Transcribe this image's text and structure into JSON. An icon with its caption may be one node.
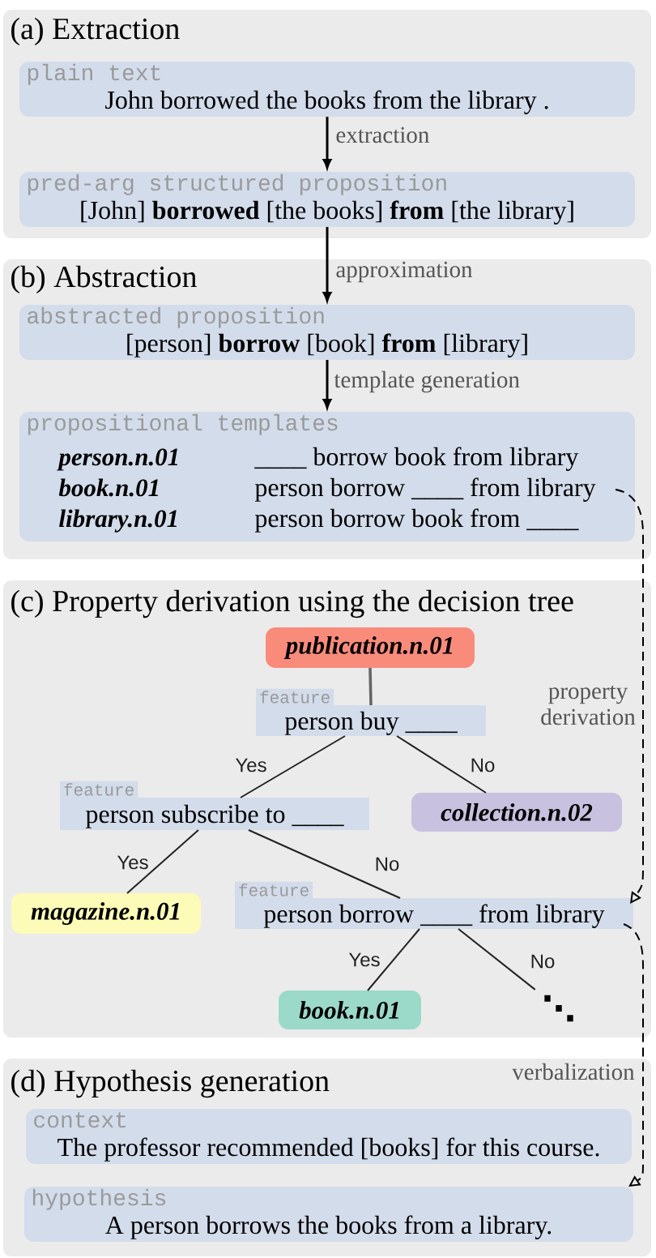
{
  "diagram": {
    "nodes": [
      {
        "text": [
          "(a) Extraction"
        ]
      },
      {
        "text": [
          "plain text",
          "John borrowed the books from the library ."
        ],
        "in": 0
      },
      {
        "text": [
          "pred-arg structured proposition",
          "[John] **borrowed** [the books] **from** [the library]"
        ],
        "in": 0
      },
      {
        "text": [
          "(b) Abstraction"
        ]
      },
      {
        "text": [
          "abstracted proposition",
          "[person] **borrow** [book] **from** [library]"
        ],
        "in": 3
      },
      {
        "text": [
          "propositional templates",
          "person.n.01",
          "____ borrow book from library",
          "book.n.01",
          "person borrow ____ from library",
          "library.n.01",
          "person borrow book from ____"
        ],
        "in": 3
      },
      {
        "text": [
          "(c) Property derivation using the decision tree"
        ]
      },
      {
        "text": [
          "publication.n.01"
        ],
        "in": 6
      },
      {
        "text": [
          "feature",
          "person buy ____"
        ],
        "in": 6
      },
      {
        "text": [
          "feature",
          "person subscribe to ____"
        ],
        "in": 6
      },
      {
        "text": [
          "collection.n.02"
        ],
        "in": 6
      },
      {
        "text": [
          "magazine.n.01"
        ],
        "in": 6
      },
      {
        "text": [
          "feature",
          "person borrow ____ from library"
        ],
        "in": 6
      },
      {
        "text": [
          "book.n.01"
        ],
        "in": 6
      },
      {
        "text": [
          "⋱"
        ],
        "in": 6
      },
      {
        "text": [
          "(d) Hypothesis generation"
        ]
      },
      {
        "text": [
          "context",
          "The professor recommended [books] for this course."
        ],
        "in": 15
      },
      {
        "text": [
          "hypothesis",
          "A person borrows the books from a library."
        ],
        "in": 15
      }
    ],
    "edges": [
      {
        "from": 1,
        "to": 2,
        "arrow": "to",
        "label": "extraction"
      },
      {
        "from": 2,
        "to": 4,
        "arrow": "to",
        "label": "approximation"
      },
      {
        "from": 4,
        "to": 5,
        "arrow": "to",
        "label": "template generation"
      },
      {
        "from": 5,
        "to": 12,
        "arrow": "to",
        "label": "property derivation",
        "style": "dashed"
      },
      {
        "from": 7,
        "to": 8,
        "arrow": "none",
        "color": "#666666"
      },
      {
        "from": 8,
        "to": 9,
        "arrow": "none",
        "label": "Yes"
      },
      {
        "from": 8,
        "to": 10,
        "arrow": "none",
        "label": "No"
      },
      {
        "from": 9,
        "to": 11,
        "arrow": "none",
        "label": "Yes"
      },
      {
        "from": 9,
        "to": 12,
        "arrow": "none",
        "label": "No"
      },
      {
        "from": 12,
        "to": 13,
        "arrow": "none",
        "label": "Yes"
      },
      {
        "from": 12,
        "to": 14,
        "arrow": "none",
        "label": "No"
      },
      {
        "from": 12,
        "to": 17,
        "arrow": "to",
        "label": "verbalization",
        "style": "dashed"
      }
    ]
  }
}
